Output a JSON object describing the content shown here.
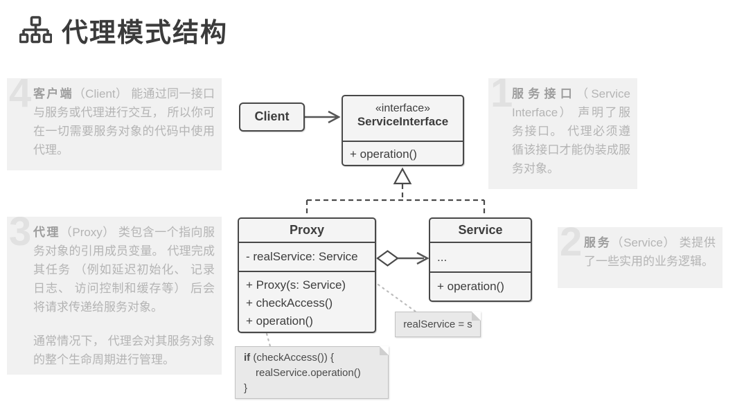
{
  "header": {
    "title": "代理模式结构"
  },
  "annotations": {
    "n1": {
      "number": "1",
      "lead": "服务接口",
      "text": "（Service Interface） 声明了服务接口。 代理必须遵循该接口才能伪装成服务对象。"
    },
    "n2": {
      "number": "2",
      "lead": "服务",
      "text": "（Service） 类提供了一些实用的业务逻辑。"
    },
    "n3": {
      "number": "3",
      "lead": "代理",
      "text": "（Proxy） 类包含一个指向服务对象的引用成员变量。 代理完成其任务 （例如延迟初始化、 记录日志、 访问控制和缓存等） 后会将请求传递给服务对象。",
      "text2": "通常情况下， 代理会对其服务对象的整个生命周期进行管理。"
    },
    "n4": {
      "number": "4",
      "lead": "客户端",
      "text": "（Client） 能通过同一接口与服务或代理进行交互， 所以你可在一切需要服务对象的代码中使用代理。"
    }
  },
  "diagram": {
    "client": {
      "name": "Client"
    },
    "service_interface": {
      "stereotype": "«interface»",
      "name": "ServiceInterface",
      "method": "+ operation()"
    },
    "proxy": {
      "name": "Proxy",
      "field": "- realService: Service",
      "methods": [
        "+ Proxy(s: Service)",
        "+ checkAccess()",
        "+ operation()"
      ]
    },
    "service": {
      "name": "Service",
      "field": "...",
      "method": "+ operation()"
    },
    "note_assignment": {
      "text": "realService = s"
    },
    "note_code": {
      "keyword": "if",
      "line1_rest": " (checkAccess()) {",
      "line2": "realService.operation()",
      "line3": "}"
    }
  },
  "colors": {
    "box_border": "#484848",
    "box_fill": "#f4f4f4",
    "box_text": "#3d3d3d",
    "panel_bg": "#f1f1f1",
    "panel_number": "#e1e1e1",
    "panel_lead": "#9d9d9d",
    "panel_text": "#b4b4b4",
    "note_fill": "#e9e9e9",
    "note_border": "#c2c2c2",
    "connector": "#555555",
    "note_connector": "#bcbcbc",
    "title_text": "#3b3b3b"
  }
}
